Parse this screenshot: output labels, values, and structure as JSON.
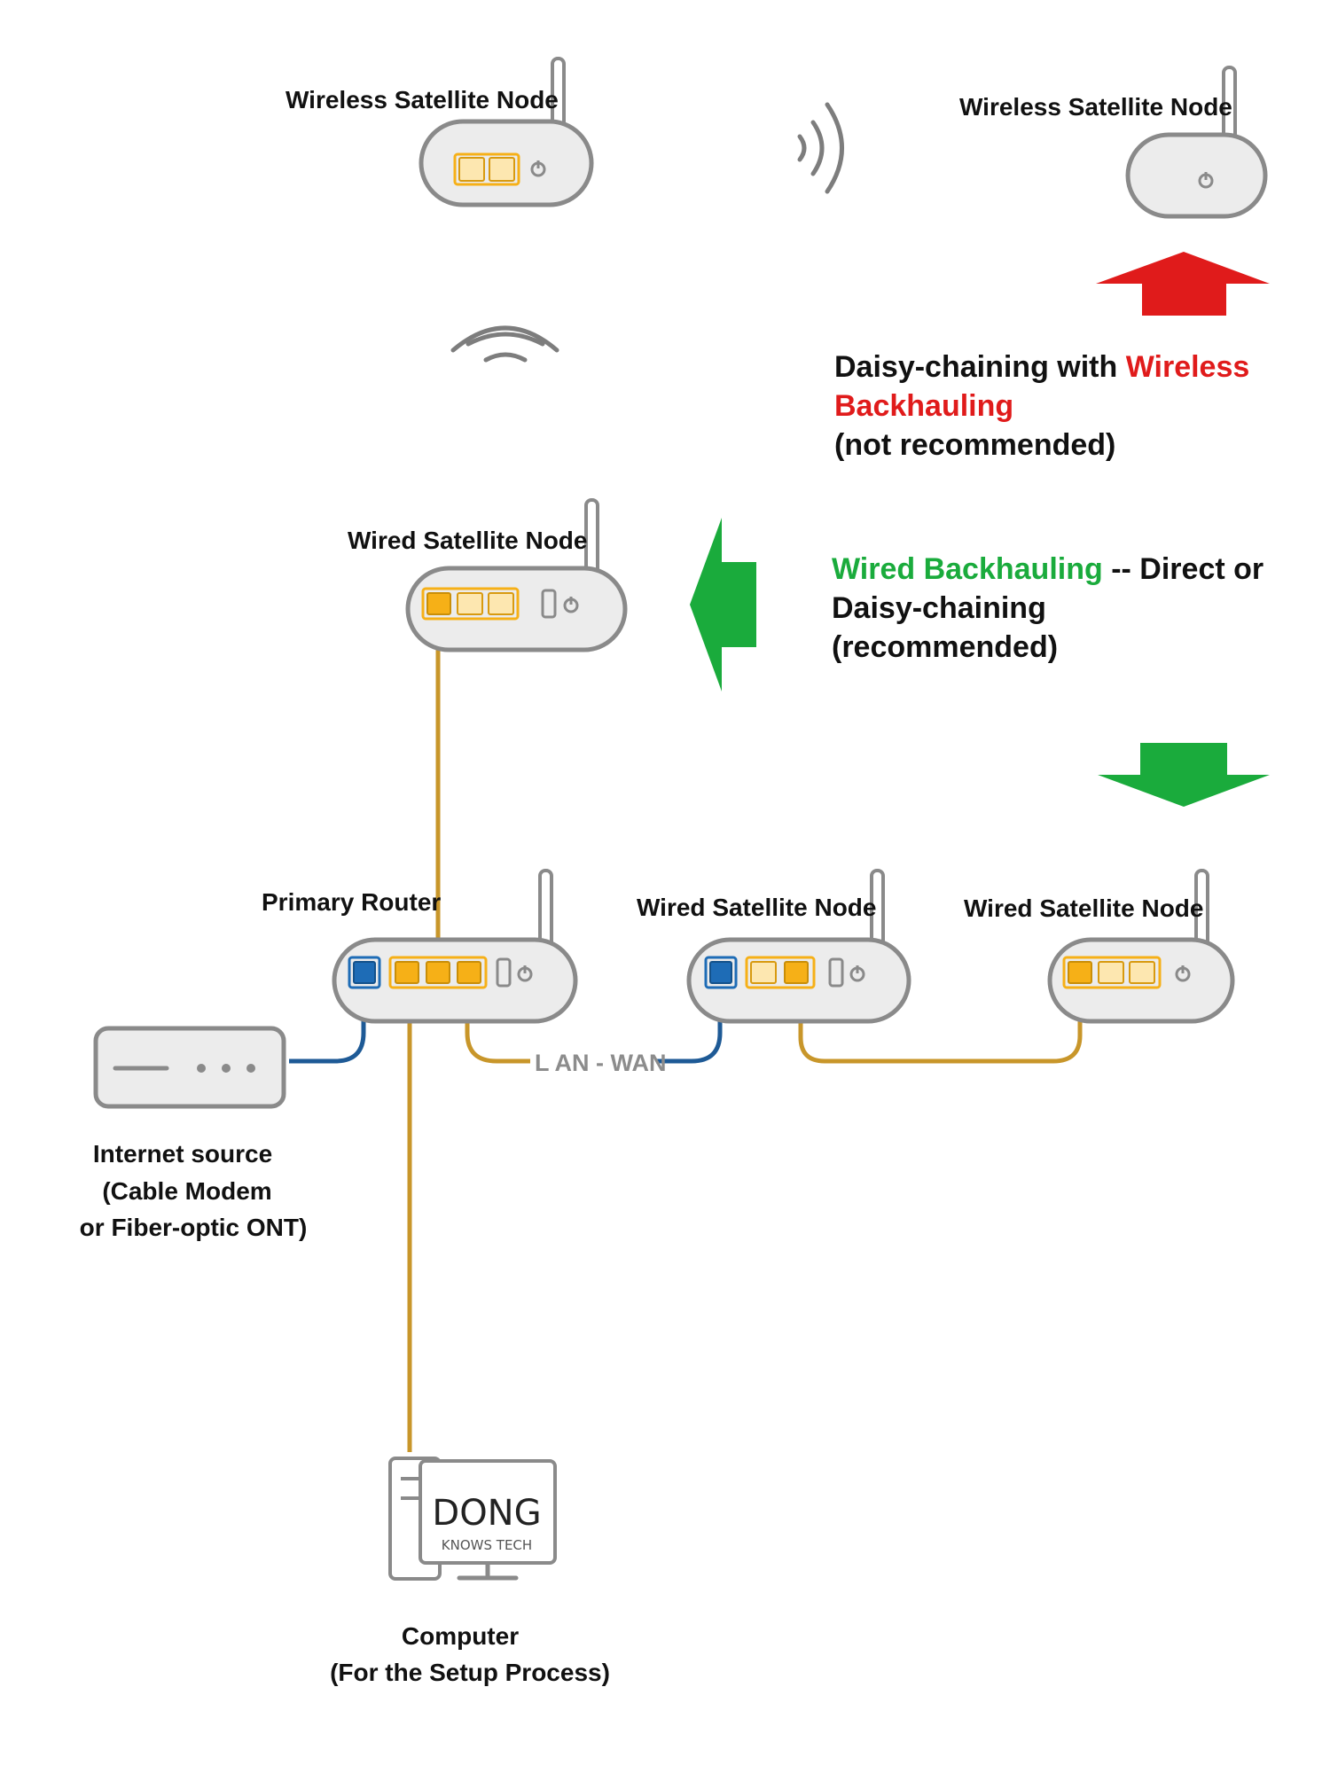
{
  "nodes": {
    "wireless_top_left": "Wireless Satellite Node",
    "wireless_top_right": "Wireless Satellite Node",
    "wired_middle": "Wired Satellite Node",
    "primary": "Primary Router",
    "wired_bottom_middle": "Wired Satellite Node",
    "wired_bottom_right": "Wired Satellite Node"
  },
  "notes": {
    "wireless_part1": "Daisy-chaining with ",
    "wireless_part2": "Wireless",
    "wireless_line2": "Backhauling",
    "wireless_line3": "(not recommended)",
    "wired_part1": "Wired Backhauling",
    "wired_part2": " -- Direct or",
    "wired_line2": "Daisy-chaining",
    "wired_line3": "(recommended)"
  },
  "cable_label": "L AN - WAN",
  "internet": {
    "line1": "Internet source",
    "line2": "(Cable Modem",
    "line3": "or Fiber-optic ONT)"
  },
  "computer": {
    "line1": "Computer",
    "line2": "(For the Setup Process)",
    "logo_top": "DONG",
    "logo_bottom": "KNOWS TECH"
  },
  "colors": {
    "red_accent": "#e01b1b",
    "green_accent": "#1aab3c",
    "lan_port": "#f6b017",
    "wan_port": "#1e6cb6",
    "lan_cable": "#c8962a",
    "wan_cable": "#1e5a96"
  },
  "icons": [
    "router-icon",
    "wifi-wave-icon",
    "arrow-up-icon",
    "arrow-left-icon",
    "arrow-down-icon",
    "modem-icon",
    "computer-icon",
    "power-icon"
  ]
}
